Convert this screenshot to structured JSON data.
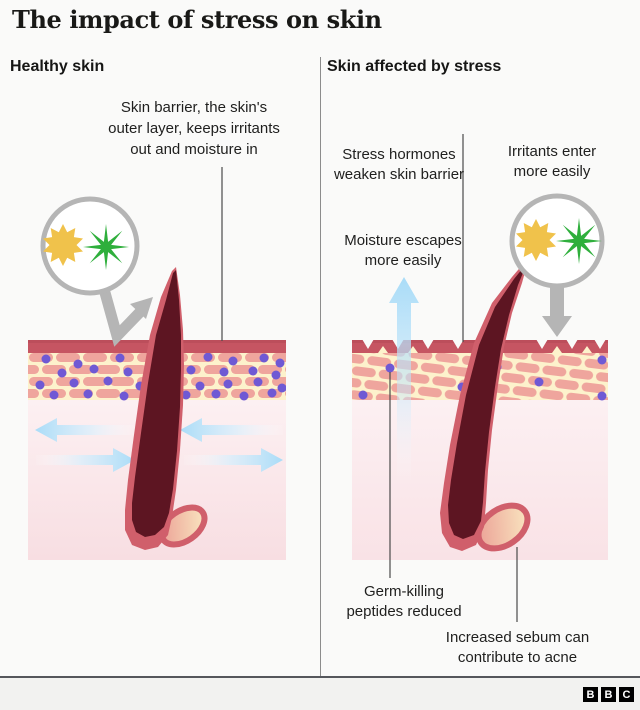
{
  "title": "The impact of stress on skin",
  "panels": {
    "healthy": {
      "heading": "Healthy skin",
      "barrier_note": [
        "Skin barrier, the skin's",
        "outer layer, keeps irritants",
        "out and moisture in"
      ]
    },
    "stressed": {
      "heading": "Skin affected by stress",
      "hormones_note": [
        "Stress hormones",
        "weaken skin barrier"
      ],
      "irritants_note": [
        "Irritants enter",
        "more easily"
      ],
      "moisture_note": [
        "Moisture escapes",
        "more easily"
      ],
      "peptides_note": [
        "Germ-killing",
        "peptides reduced"
      ],
      "sebum_note": [
        "Increased sebum can",
        "contribute to acne"
      ]
    }
  },
  "footer": {
    "logo": [
      "B",
      "B",
      "C"
    ]
  },
  "icons": [
    {
      "name": "irritant-yellow-star",
      "color": "#f0c24b"
    },
    {
      "name": "irritant-green-star",
      "color": "#2faf3c"
    },
    {
      "name": "magnifier-circle",
      "color": "#b5b5b5"
    },
    {
      "name": "moisture-arrow",
      "color": "#a9dcf8"
    }
  ],
  "colors": {
    "skin_surface": "#c65562",
    "epidermis_bg": "#fdf2cc",
    "skin_cell": "#efa59d",
    "peptide_dot": "#6f59d4",
    "dermis_top": "#fcf0f2",
    "dermis_bottom": "#f8dee2",
    "hair": "#5d1522",
    "follicle": "#d05f6b",
    "sebum_gland": "#f8dfbc",
    "moisture_arrow": "#a9dcf8",
    "pointer_gray": "#b5b5b5",
    "irritant_yellow": "#f0c24b",
    "irritant_green": "#2faf3c",
    "leader_line": "#4a4a4a",
    "bottom_rule": "#55575c",
    "background": "#fafaf9"
  }
}
